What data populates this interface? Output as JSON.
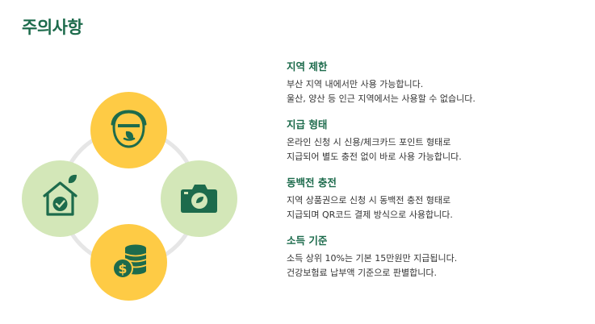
{
  "page": {
    "title": "주의사항"
  },
  "colors": {
    "accent": "#1d6b4c",
    "yellow": "#fecb45",
    "light_green": "#d3e7b8",
    "ring": "#e6e6e6"
  },
  "icons": {
    "top": "head-leaf-icon",
    "left": "house-check-icon",
    "right": "camera-icon",
    "bottom": "coins-dollar-icon"
  },
  "items": [
    {
      "title": "지역 제한",
      "lines": [
        "부산 지역 내에서만 사용 가능합니다.",
        "울산, 양산 등 인근 지역에서는 사용할 수 없습니다."
      ]
    },
    {
      "title": "지급 형태",
      "lines": [
        "온라인 신청 시 신용/체크카드 포인트 형태로",
        "지급되어 별도 충전 없이 바로 사용 가능합니다."
      ]
    },
    {
      "title": "동백전 충전",
      "lines": [
        "지역 상품권으로 신청 시 동백전 충전 형태로",
        "지급되며 QR코드 결제 방식으로 사용합니다."
      ]
    },
    {
      "title": "소득 기준",
      "lines": [
        "소득 상위 10%는 기본 15만원만 지급됩니다.",
        "건강보험료 납부액 기준으로 판별합니다."
      ]
    }
  ]
}
